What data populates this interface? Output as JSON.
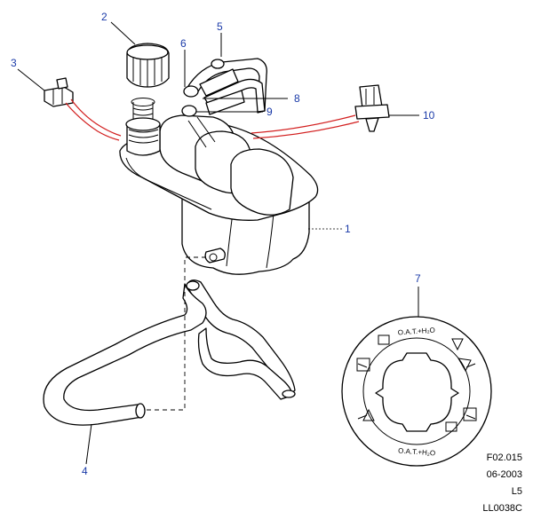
{
  "callouts": [
    {
      "id": "1",
      "label": "1"
    },
    {
      "id": "2",
      "label": "2"
    },
    {
      "id": "3",
      "label": "3"
    },
    {
      "id": "4",
      "label": "4"
    },
    {
      "id": "5",
      "label": "5"
    },
    {
      "id": "6",
      "label": "6"
    },
    {
      "id": "7",
      "label": "7"
    },
    {
      "id": "8",
      "label": "8"
    },
    {
      "id": "9",
      "label": "9"
    },
    {
      "id": "10",
      "label": "10"
    }
  ],
  "cap_label": {
    "top_text": "O.A.T.+H₂O",
    "bottom_text": "O.A.T.+H₂O"
  },
  "footer": {
    "figure_code": "F02.015",
    "date": "06-2003",
    "level": "L5",
    "drawing_id": "LL0038C"
  },
  "colors": {
    "callout": "#1a3aa8",
    "wire": "#d21e1e"
  }
}
